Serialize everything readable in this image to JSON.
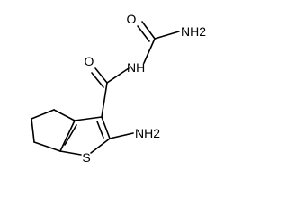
{
  "molecule": {
    "labels": {
      "urea_oxygen": "O",
      "urea_nh2": "NH2",
      "imide_nh": "NH",
      "amide_oxygen": "O",
      "amino_nh2": "NH2",
      "sulfur": "S"
    }
  }
}
